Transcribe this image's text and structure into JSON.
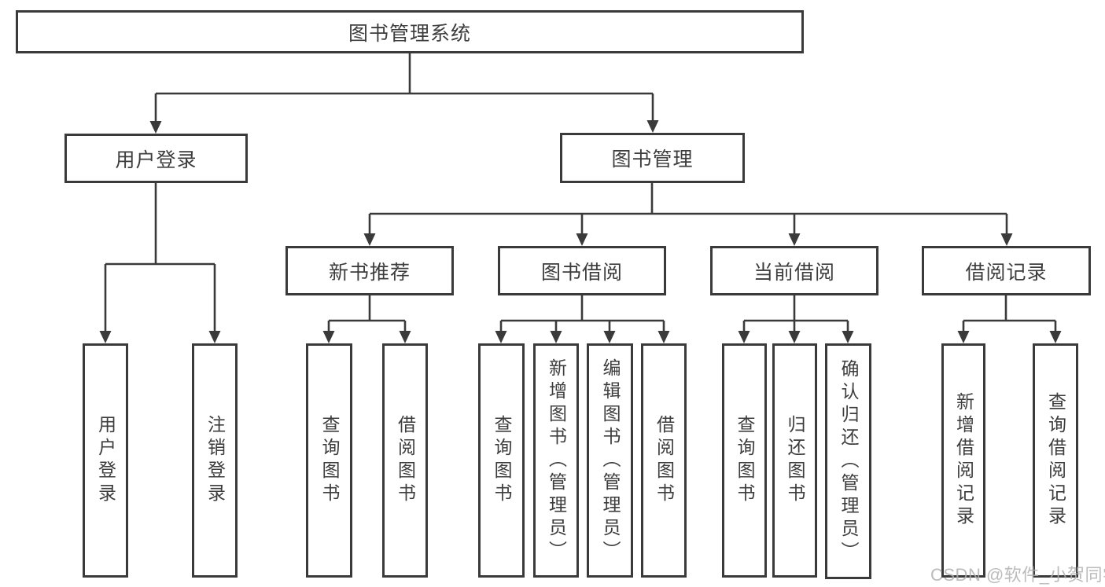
{
  "nodes": {
    "root": {
      "label": "图书管理系统"
    },
    "branches": [
      {
        "label": "用户登录"
      },
      {
        "label": "图书管理"
      }
    ],
    "modules": [
      {
        "label": "新书推荐"
      },
      {
        "label": "图书借阅"
      },
      {
        "label": "当前借阅"
      },
      {
        "label": "借阅记录"
      }
    ],
    "functions": [
      {
        "label": "用户登录"
      },
      {
        "label": "注销登录"
      },
      {
        "label": "查询图书"
      },
      {
        "label": "借阅图书"
      },
      {
        "label": "查询图书"
      },
      {
        "label": "新增图书（管理员）"
      },
      {
        "label": "编辑图书（管理员）"
      },
      {
        "label": "借阅图书"
      },
      {
        "label": "查询图书"
      },
      {
        "label": "归还图书"
      },
      {
        "label": "确认归还（管理员）"
      },
      {
        "label": "新增借阅记录"
      },
      {
        "label": "查询借阅记录"
      }
    ]
  },
  "watermark": {
    "text": "CSDN @软件_小贺同学"
  },
  "colors": {
    "line": "#3a3a3a",
    "text": "#3d3d3d",
    "background": "#ffffff",
    "watermark": "#b0b0b0"
  }
}
